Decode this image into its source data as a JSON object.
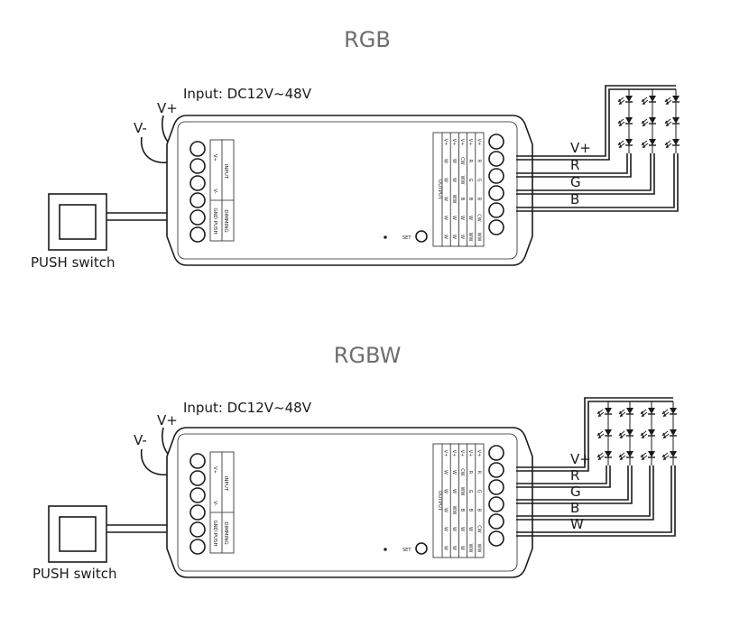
{
  "diagrams": [
    {
      "title": "RGB",
      "input_label": "Input: DC12V~48V",
      "v_plus": "V+",
      "v_minus": "V-",
      "switch_label": "PUSH switch",
      "set_label": "SET",
      "input_table": {
        "dimming": "DIMMING",
        "gnd_push": "GND PUSH",
        "input": "INPUT",
        "v_minus": "V-",
        "v_plus": "V+"
      },
      "output_header": "OUTPUT",
      "output_columns": [
        [
          "V+",
          "W",
          "W",
          "W",
          "W",
          "W"
        ],
        [
          "V+",
          "W",
          "W",
          "WW",
          "W",
          "W"
        ],
        [
          "V+",
          "CW",
          "WW",
          "B",
          "W",
          "W"
        ],
        [
          "V+",
          "R",
          "G",
          "B",
          "W",
          "WW"
        ],
        [
          "V+",
          "R",
          "G",
          "B",
          "CW",
          "WW"
        ]
      ],
      "wire_labels": [
        "V+",
        "R",
        "G",
        "B"
      ]
    },
    {
      "title": "RGBW",
      "input_label": "Input: DC12V~48V",
      "v_plus": "V+",
      "v_minus": "V-",
      "switch_label": "PUSH switch",
      "set_label": "SET",
      "input_table": {
        "dimming": "DIMMING",
        "gnd_push": "GND PUSH",
        "input": "INPUT",
        "v_minus": "V-",
        "v_plus": "V+"
      },
      "output_header": "OUTPUT",
      "output_columns": [
        [
          "V+",
          "W",
          "W",
          "W",
          "W",
          "W"
        ],
        [
          "V+",
          "W",
          "W",
          "WW",
          "W",
          "W"
        ],
        [
          "V+",
          "CW",
          "WW",
          "B",
          "W",
          "W"
        ],
        [
          "V+",
          "R",
          "G",
          "B",
          "W",
          "WW"
        ],
        [
          "V+",
          "R",
          "G",
          "B",
          "CW",
          "WW"
        ]
      ],
      "wire_labels": [
        "V+",
        "R",
        "G",
        "B",
        "W"
      ]
    }
  ]
}
